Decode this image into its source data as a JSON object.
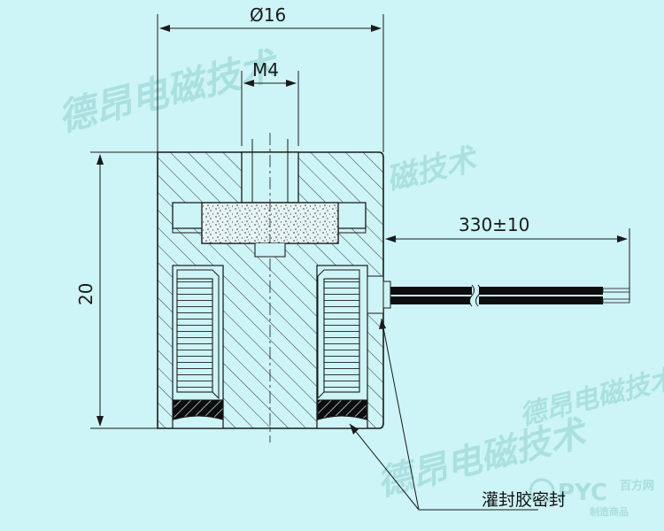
{
  "dimensions": {
    "diameter": "Ø16",
    "thread": "M4",
    "height": "20",
    "lead_length": "330±10"
  },
  "callout": {
    "label": "灌封胶密封"
  },
  "watermarks": [
    "德昂电磁技术",
    "磁技术",
    "德昂电磁技术",
    "德昂电磁技术"
  ],
  "logo": {
    "text": "PYC",
    "suffix": "百方网",
    "tagline": "制造商品"
  },
  "colors": {
    "background": "#cdf4f6",
    "lines": "#1a1a1a",
    "watermark": "#8fd3cf"
  }
}
